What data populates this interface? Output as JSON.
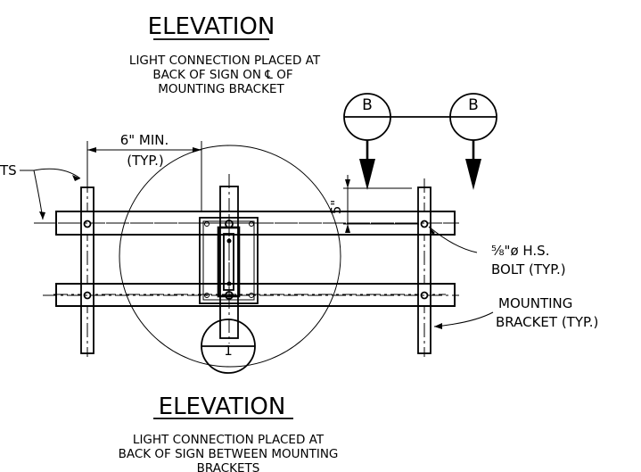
{
  "drawing": {
    "top_title": "ELEVATION",
    "top_note": [
      "LIGHT CONNECTION PLACED AT",
      "BACK OF SIGN ON ℄ OF",
      "MOUNTING BRACKET"
    ],
    "bottom_title": "ELEVATION",
    "bottom_note": [
      "LIGHT CONNECTION PLACED AT",
      "BACK OF SIGN BETWEEN MOUNTING",
      "BRACKETS"
    ],
    "dim_min": "6\" MIN.",
    "dim_typ": "(TYP.)",
    "dim_5in": "5\"",
    "left_callout": "TS",
    "section_marks": [
      "B",
      "B"
    ],
    "detail_marker": "1",
    "bolt_label": [
      "⅝\"ø H.S.",
      "BOLT (TYP.)"
    ],
    "bracket_label": [
      "MOUNTING",
      "BRACKET (TYP.)"
    ]
  }
}
